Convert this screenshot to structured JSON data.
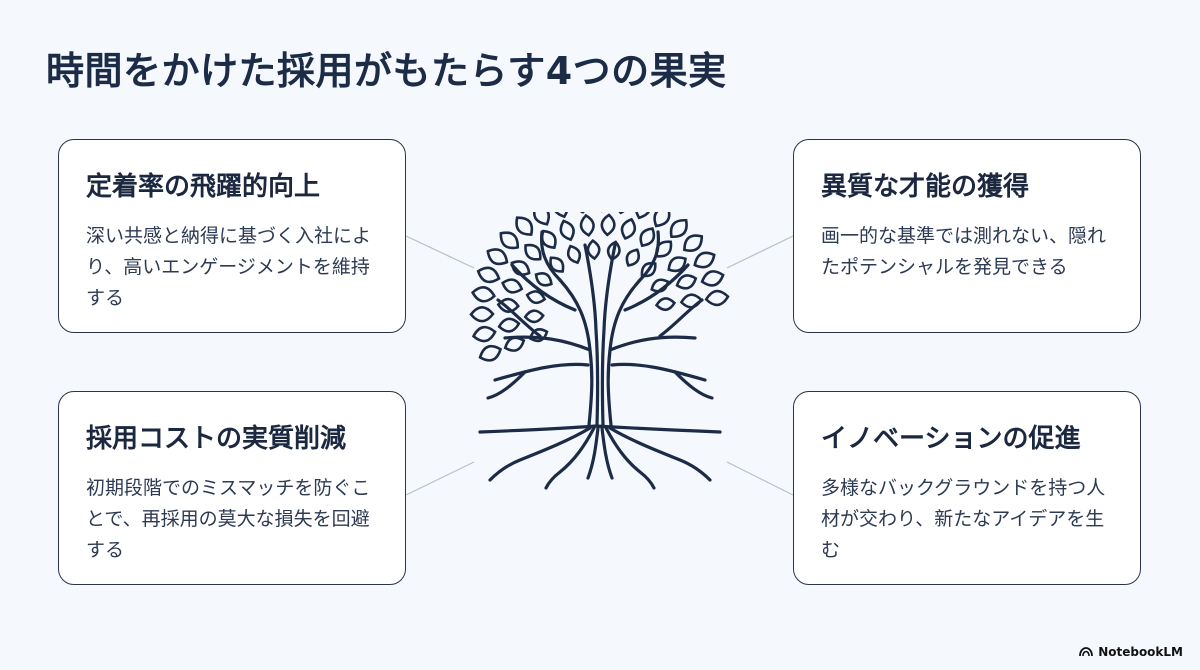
{
  "title": "時間をかけた採用がもたらす4つの果実",
  "cards": [
    {
      "heading": "定着率の飛躍的向上",
      "body": "深い共感と納得に基づく入社により、高いエンゲージメントを維持する"
    },
    {
      "heading": "異質な才能の獲得",
      "body": "画一的な基準では測れない、隠れたポテンシャルを発見できる"
    },
    {
      "heading": "採用コストの実質削減",
      "body": "初期段階でのミスマッチを防ぐことで、再採用の莫大な損失を回避する"
    },
    {
      "heading": "イノベーションの促進",
      "body": "多様なバックグラウンドを持つ人材が交わり、新たなアイデアを生む"
    }
  ],
  "brand": "NotebookLM",
  "icons": {
    "center": "tree-icon",
    "brand": "notebooklm-logo-icon"
  },
  "colors": {
    "accent": "#1c2b46",
    "background": "#f5f8fc",
    "border": "#2b3547"
  }
}
